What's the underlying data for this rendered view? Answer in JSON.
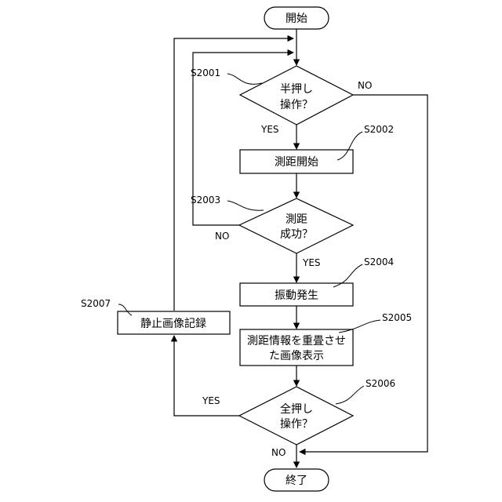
{
  "nodes": {
    "start": "開始",
    "s2001": [
      "半押し",
      "操作？"
    ],
    "s2002": "測距開始",
    "s2003": [
      "測距",
      "成功？"
    ],
    "s2004": "振動発生",
    "s2005": [
      "測距情報を重畳させ",
      "た画像表示"
    ],
    "s2006": [
      "全押し",
      "操作？"
    ],
    "s2007": "静止画像記録",
    "end": "終了"
  },
  "steps": {
    "s2001": "S2001",
    "s2002": "S2002",
    "s2003": "S2003",
    "s2004": "S2004",
    "s2005": "S2005",
    "s2006": "S2006",
    "s2007": "S2007"
  },
  "branches": {
    "s2001_no": "NO",
    "s2001_yes": "YES",
    "s2003_no": "NO",
    "s2003_yes": "YES",
    "s2006_yes": "YES",
    "s2006_no": "NO"
  }
}
